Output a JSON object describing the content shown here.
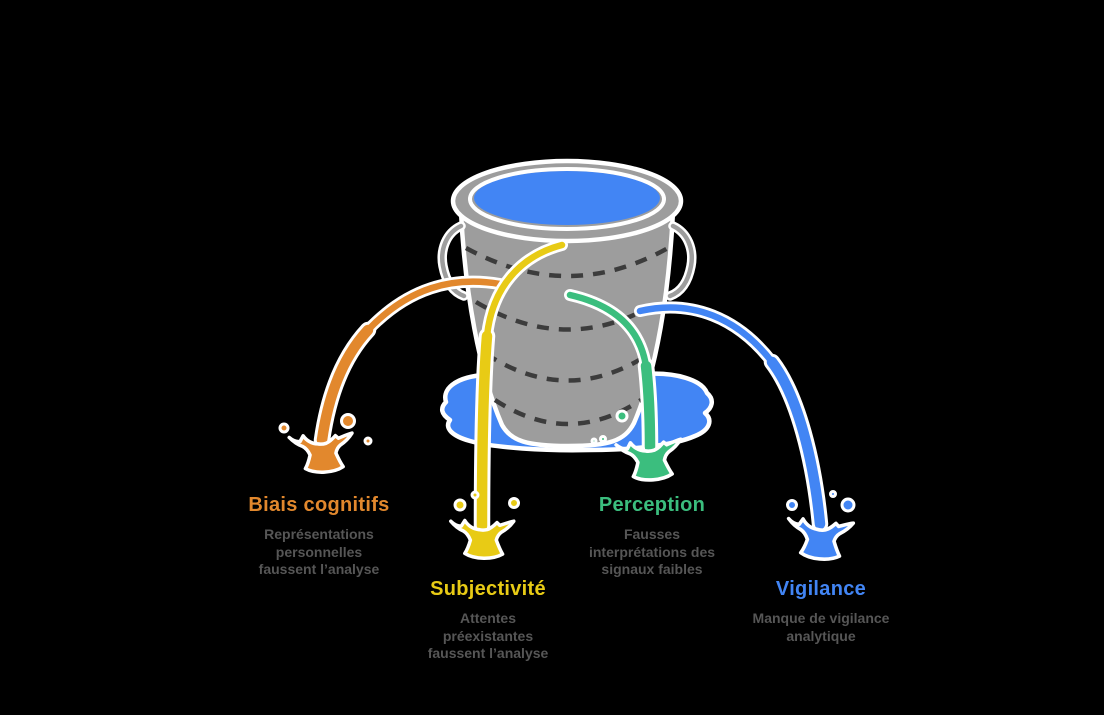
{
  "colors": {
    "orange": "#E2882D",
    "yellow": "#E8CB15",
    "green": "#3BBE7E",
    "blue": "#4285F4",
    "bucket_gray": "#9D9D9D",
    "outline_white": "#FFFFFF",
    "hoop_dash": "#3C3C3C",
    "desc_gray": "#565656",
    "background": "#000000"
  },
  "icons": {
    "bucket": "bucket-with-water-icon",
    "puddle": "water-puddle-icon",
    "stream": "leaking-stream-icon",
    "splash": "liquid-splash-icon",
    "droplet": "droplet-icon"
  },
  "callouts": [
    {
      "id": "biais-cognitifs",
      "title": "Biais cognitifs",
      "desc": "Représentations\npersonnelles\nfaussent l’analyse",
      "color": "#E2882D"
    },
    {
      "id": "subjectivite",
      "title": "Subjectivité",
      "desc": "Attentes\npréexistantes\nfaussent l’analyse",
      "color": "#E8CB15"
    },
    {
      "id": "perception",
      "title": "Perception",
      "desc": "Fausses\ninterprétations des\nsignaux faibles",
      "color": "#3BBE7E"
    },
    {
      "id": "vigilance",
      "title": "Vigilance",
      "desc": "Manque de vigilance\nanalytique",
      "color": "#4285F4"
    }
  ]
}
